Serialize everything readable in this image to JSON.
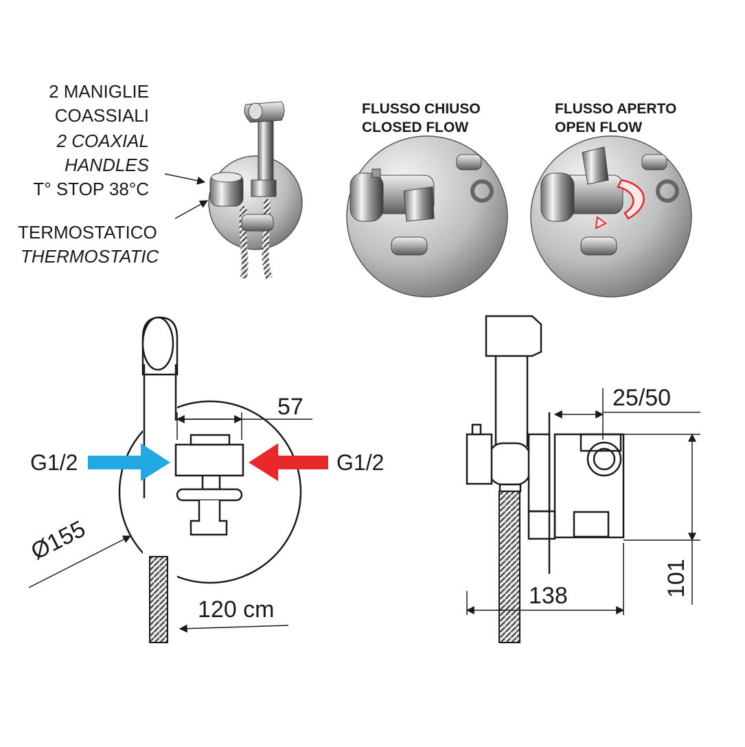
{
  "legend": {
    "handles_it": "2 MANIGLIE",
    "handles_it2": "COASSIALI",
    "handles_en": "2 COAXIAL",
    "handles_en2": "HANDLES",
    "stop": "T° STOP 38°C",
    "thermo_it": "TERMOSTATICO",
    "thermo_en": "THERMOSTATIC"
  },
  "states": {
    "closed_it": "FLUSSO CHIUSO",
    "closed_en": "CLOSED FLOW",
    "open_it": "FLUSSO APERTO",
    "open_en": "OPEN FLOW"
  },
  "front_view": {
    "dim_width": "57",
    "inlet_cold": "G1/2",
    "inlet_hot": "G1/2",
    "diameter": "Ø155",
    "hose_length": "120 cm"
  },
  "side_view": {
    "dim_depth": "25/50",
    "dim_length": "138",
    "dim_height": "101"
  },
  "colors": {
    "cold_arrow": "#22a9e1",
    "hot_arrow": "#e8282b",
    "line": "#1a1a1a"
  }
}
